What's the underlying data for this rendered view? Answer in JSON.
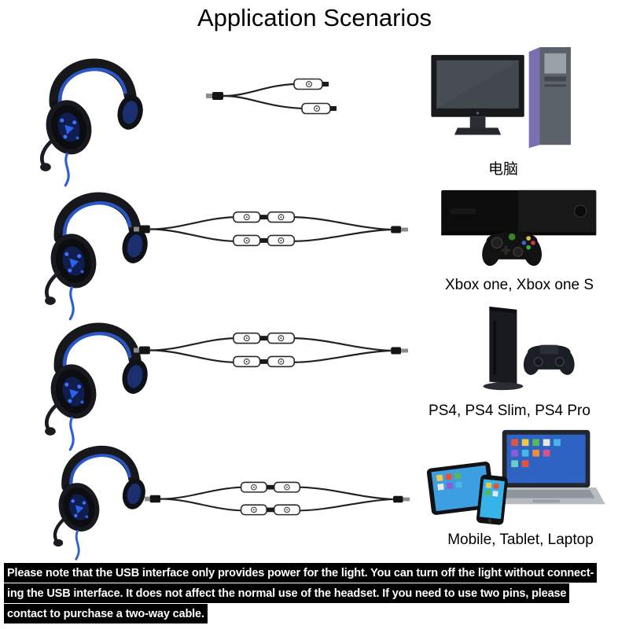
{
  "title": "Application Scenarios",
  "rows": [
    {
      "device": "desktop-pc",
      "label": "电脑"
    },
    {
      "device": "xbox-console",
      "label": "Xbox one, Xbox one S"
    },
    {
      "device": "ps4-console",
      "label": "PS4, PS4 Slim, PS4 Pro"
    },
    {
      "device": "mobile-tablet-laptop",
      "label": "Mobile, Tablet, Laptop"
    }
  ],
  "icons": {
    "left_column": "gaming-headset-with-mic",
    "row1_cable": "y-splitter-audio-cable",
    "rows2to4_cable": "dual-plug-extension-cable",
    "devices": [
      "desktop-pc-with-tower",
      "xbox-console-with-controller",
      "ps4-console-with-controller",
      "phone-tablet-laptop-group"
    ]
  },
  "note": {
    "lines": [
      "Please note that the USB interface only provides power for the light. You can turn off the light without connect-",
      "ing the USB interface. It does not affect the normal use of the headset. If you need to use two pins, please",
      "contact to purchase a two-way cable."
    ]
  },
  "colors": {
    "background": "#ffffff",
    "accent_blue": "#2d5fd8",
    "note_bg": "#000000",
    "note_text": "#ffffff",
    "title_text": "#000000"
  }
}
